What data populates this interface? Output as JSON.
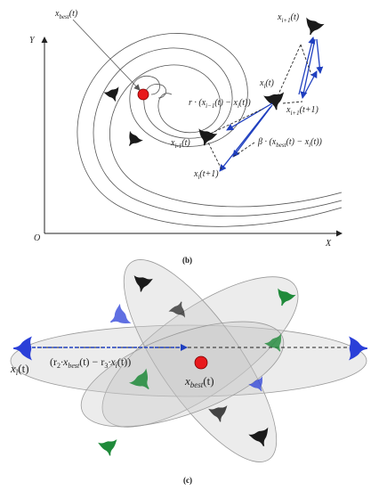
{
  "panel_b": {
    "caption": "(b)",
    "axis_y": "Y",
    "axis_x": "X",
    "origin": "O",
    "x_best": "x",
    "x_best_sub": "best",
    "x_best_t": "(t)",
    "xi1_top": "x",
    "xi1_top_sub": "i+1",
    "xi1_top_t": "(t)",
    "xi": "x",
    "xi_sub": "i",
    "xi_t": "(t)",
    "xi_minus1": "x",
    "xi_minus1_sub": "i-1",
    "xi_minus1_t": "(t)",
    "xi_next": "x",
    "xi_next_sub": "i",
    "xi_next_t": "(t+1)",
    "xi1_next": "x",
    "xi1_next_sub": "i+1",
    "xi1_next_t": "(t+1)",
    "r_expr": "r · (x",
    "r_expr_sub1": "i−1",
    "r_expr_mid": "(t) − x",
    "r_expr_sub2": "i",
    "r_expr_end": "(t))",
    "beta_expr": "β · (x",
    "beta_expr_sub1": "best",
    "beta_expr_mid": "(t) − x",
    "beta_expr_sub2": "i",
    "beta_expr_end": "(t))"
  },
  "panel_c": {
    "caption": "(c)",
    "xi": "x",
    "xi_sub": "i",
    "xi_t": "(t)",
    "formula_open": "(r",
    "formula_sub1": "2",
    "formula_mid1": "·x",
    "formula_sub2": "best",
    "formula_mid2": "(t) − r",
    "formula_sub3": "3",
    "formula_mid3": "·x",
    "formula_sub4": "i",
    "formula_end": "(t))",
    "x_best": "x",
    "x_best_sub": "best",
    "x_best_t": "(t)"
  },
  "colors": {
    "best_point": "#e8191c",
    "vector_blue": "#1f3fbf",
    "ellipse_fill": "#c9c9c9",
    "manta_black": "#1a1a1a",
    "manta_blue": "#2a3fd8",
    "manta_green": "#1f8a3a"
  }
}
